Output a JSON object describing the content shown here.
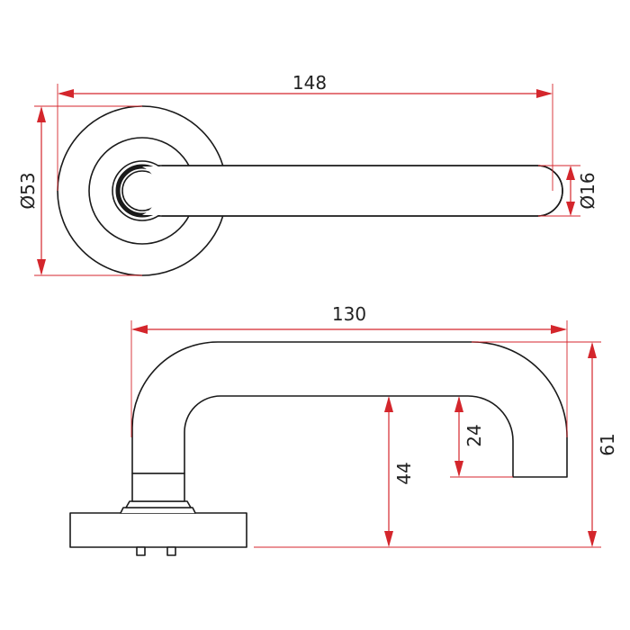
{
  "colors": {
    "outline": "#1a1a1a",
    "dimension_line": "#d4262c",
    "background": "#ffffff"
  },
  "dimensions": {
    "top_length": "148",
    "rose_diameter": "Ø53",
    "lever_diameter": "Ø16",
    "side_length": "130",
    "total_height": "61",
    "lever_height": "44",
    "end_drop": "24"
  }
}
